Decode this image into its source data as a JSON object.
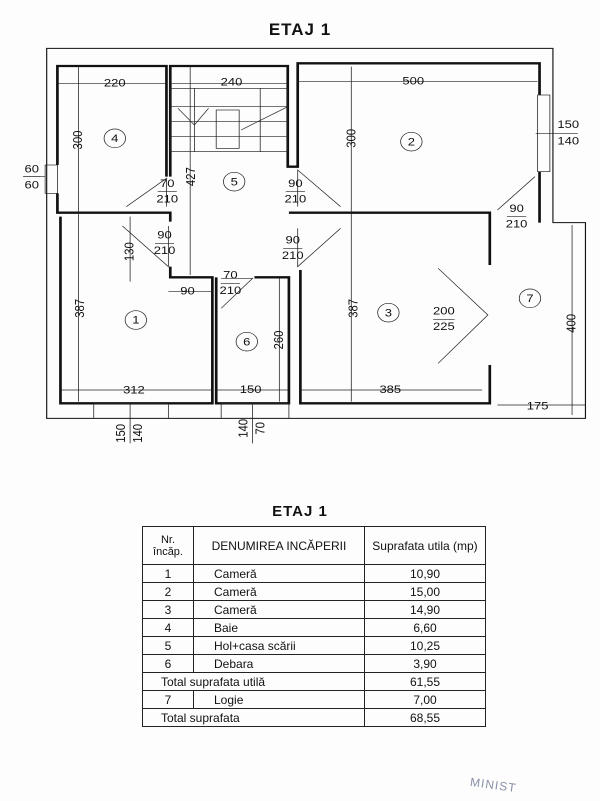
{
  "plan": {
    "title": "ETAJ 1",
    "rooms": [
      "1",
      "2",
      "3",
      "4",
      "5",
      "6",
      "7"
    ],
    "dims": {
      "d220": "220",
      "d240": "240",
      "d500": "500",
      "d300a": "300",
      "d300b": "300",
      "d427": "427",
      "d130": "130",
      "d387a": "387",
      "d387b": "387",
      "d260": "260",
      "d400": "400",
      "d90": "90",
      "d312": "312",
      "d150": "150",
      "d385": "385",
      "d175": "175"
    },
    "windows": [
      {
        "a": "60",
        "b": "60"
      },
      {
        "a": "150",
        "b": "140"
      },
      {
        "a": "150",
        "b": "140"
      },
      {
        "a": "140",
        "b": "70"
      }
    ],
    "doors": [
      {
        "a": "70",
        "b": "210"
      },
      {
        "a": "90",
        "b": "210"
      },
      {
        "a": "90",
        "b": "210"
      },
      {
        "a": "90",
        "b": "210"
      },
      {
        "a": "70",
        "b": "210"
      },
      {
        "a": "90",
        "b": "210"
      },
      {
        "a": "200",
        "b": "225"
      }
    ]
  },
  "table": {
    "title": "ETAJ 1",
    "headers": {
      "nr": "Nr. încăp.",
      "name": "DENUMIREA INCĂPERII",
      "area": "Suprafata utila (mp)"
    },
    "rows": [
      {
        "nr": "1",
        "name": "Cameră",
        "area": "10,90"
      },
      {
        "nr": "2",
        "name": "Cameră",
        "area": "15,00"
      },
      {
        "nr": "3",
        "name": "Cameră",
        "area": "14,90"
      },
      {
        "nr": "4",
        "name": "Baie",
        "area": "6,60"
      },
      {
        "nr": "5",
        "name": "Hol+casa scării",
        "area": "10,25"
      },
      {
        "nr": "6",
        "name": "Debara",
        "area": "3,90"
      }
    ],
    "subtotal": {
      "label": "Total suprafata utilă",
      "area": "61,55"
    },
    "extra": {
      "nr": "7",
      "name": "Logie",
      "area": "7,00"
    },
    "total": {
      "label": "Total suprafata",
      "area": "68,55"
    }
  },
  "stamp_text": "MINIST"
}
